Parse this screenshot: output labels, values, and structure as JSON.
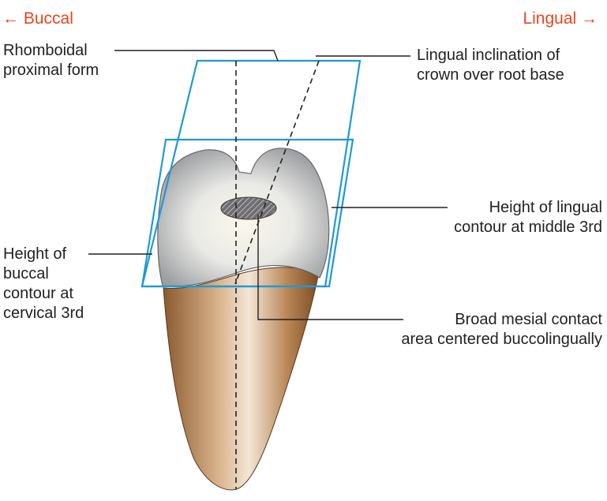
{
  "directions": {
    "buccal": "← Buccal",
    "lingual": "Lingual →"
  },
  "labels": {
    "rhomboidal": [
      "Rhomboidal",
      "proximal form"
    ],
    "lingual_inclination": [
      "Lingual inclination of",
      "crown over root base"
    ],
    "lingual_height": [
      "Height of lingual",
      "contour at middle 3rd"
    ],
    "buccal_height": [
      "Height of",
      "buccal",
      "contour at",
      "cervical 3rd"
    ],
    "mesial_contact": [
      "Broad mesial contact",
      "area centered buccolingually"
    ]
  },
  "colors": {
    "direction_text": "#e8451e",
    "outline_parallelogram": "#1e9ad6",
    "crown_enamel": "#c9cacc",
    "root": "#b07c4e"
  }
}
